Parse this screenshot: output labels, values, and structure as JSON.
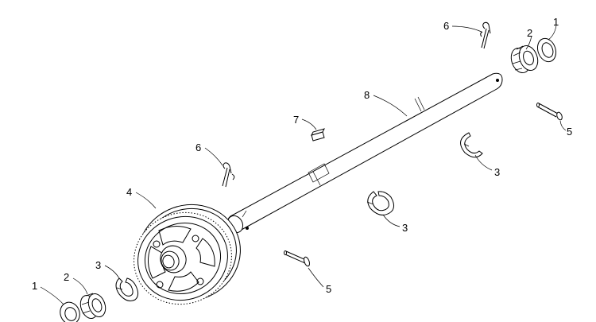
{
  "callouts": {
    "washer_right": "1",
    "washer_left": "1",
    "bearing_right": "2",
    "bearing_left": "2",
    "eclip_right": "3",
    "eclip_mid": "3",
    "eclip_left": "3",
    "gear": "4",
    "pin_right": "5",
    "pin_lower": "5",
    "cotter_top": "6",
    "cotter_mid": "6",
    "key": "7",
    "shaft": "8"
  }
}
